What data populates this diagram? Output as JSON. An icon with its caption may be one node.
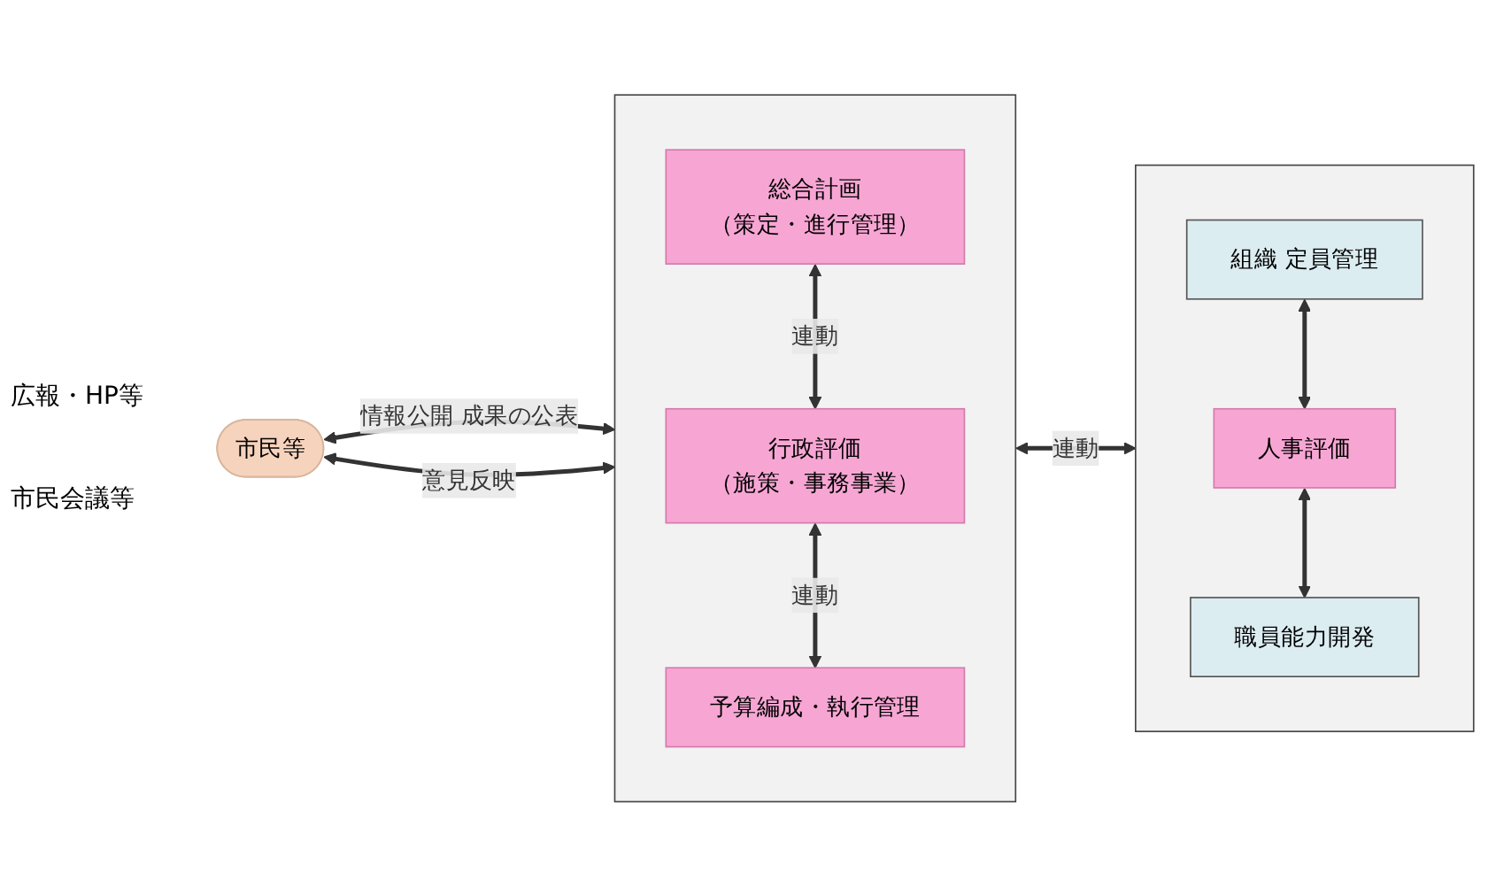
{
  "diagram": {
    "nodes": [
      {
        "text": [
          "市民等"
        ]
      },
      {
        "text": [],
        "shape": "box"
      },
      {
        "text": [
          "総合計画",
          "（策定・進行管理）"
        ],
        "in": 1
      },
      {
        "text": [
          "行政評価",
          "（施策・事務事業）"
        ],
        "in": 1
      },
      {
        "text": [
          "予算編成・執行管理"
        ],
        "in": 1
      },
      {
        "text": [],
        "shape": "box"
      },
      {
        "text": [
          "組織 定員管理"
        ],
        "in": 5
      },
      {
        "text": [
          "人事評価"
        ],
        "in": 5
      },
      {
        "text": [
          "職員能力開発"
        ],
        "in": 5
      }
    ],
    "edges": [
      {
        "from": 0,
        "to": 1,
        "arrow": "both",
        "label": "情報公開 成果の公表"
      },
      {
        "from": 0,
        "to": 1,
        "arrow": "both",
        "label": "意見反映"
      },
      {
        "from": 2,
        "to": 3,
        "arrow": "both",
        "label": "連動"
      },
      {
        "from": 3,
        "to": 4,
        "arrow": "both",
        "label": "連動"
      },
      {
        "from": 1,
        "to": 5,
        "arrow": "both",
        "label": "連動"
      },
      {
        "from": 6,
        "to": 7,
        "arrow": "both"
      },
      {
        "from": 7,
        "to": 8,
        "arrow": "both"
      }
    ],
    "labels": [
      "広報・HP等",
      "市民会議等"
    ]
  }
}
